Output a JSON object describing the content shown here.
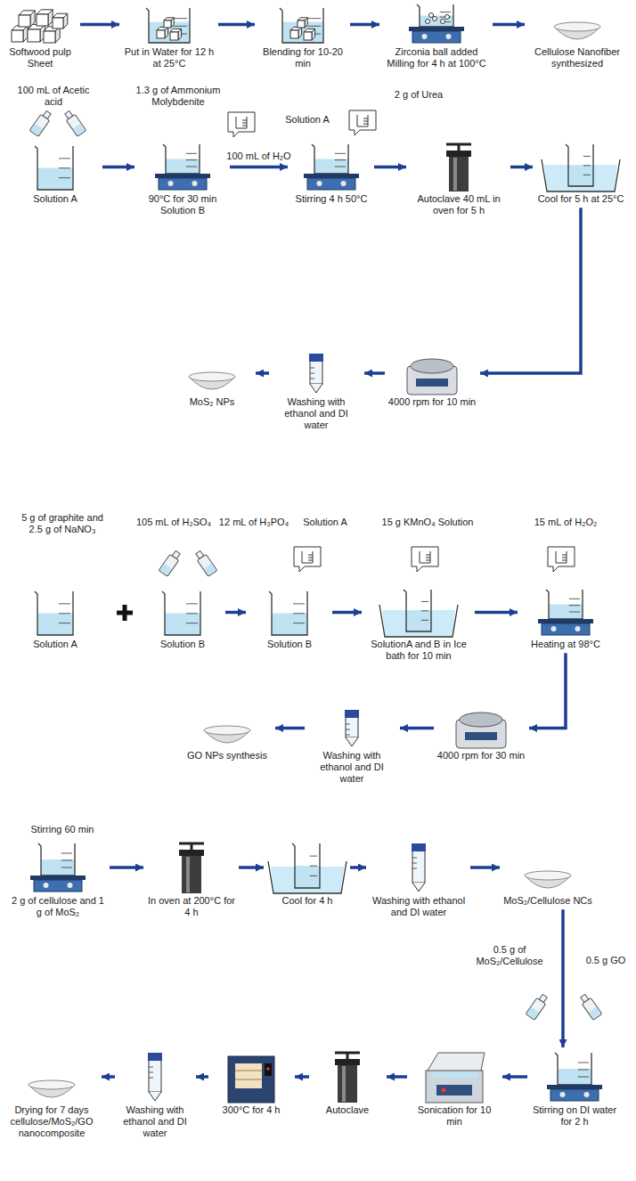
{
  "diagram": {
    "nodes": [
      {
        "text": [
          "Softwood pulp Sheet"
        ]
      },
      {
        "text": [
          "Put in Water for 12 h at 25°C"
        ]
      },
      {
        "text": [
          "Blending for 10-20 min"
        ]
      },
      {
        "text": [
          "Zirconia ball added Milling for 4 h at 100°C"
        ]
      },
      {
        "text": [
          "Cellulose Nanofiber synthesized"
        ]
      },
      {
        "text": [
          "Solution A"
        ]
      },
      {
        "text": [
          "90°C for 30 min Solution B"
        ]
      },
      {
        "text": [
          "Stirring 4 h 50°C"
        ]
      },
      {
        "text": [
          "Autoclave 40 mL in oven for 5 h"
        ]
      },
      {
        "text": [
          "Cool for 5 h at 25°C"
        ]
      },
      {
        "text": [
          "4000 rpm for 10 min"
        ]
      },
      {
        "text": [
          "Washing with ethanol and DI water"
        ]
      },
      {
        "text": [
          "MoS₂ NPs"
        ]
      },
      {
        "text": [
          "Solution A"
        ]
      },
      {
        "text": [
          "Solution B"
        ]
      },
      {
        "text": [
          "Solution B"
        ]
      },
      {
        "text": [
          "SolutionA and B in Ice bath for 10 min"
        ]
      },
      {
        "text": [
          "Heating at 98°C"
        ]
      },
      {
        "text": [
          "4000 rpm for 30 min"
        ]
      },
      {
        "text": [
          "Washing with ethanol and DI water"
        ]
      },
      {
        "text": [
          "GO NPs synthesis"
        ]
      },
      {
        "text": [
          "2 g of cellulose and 1 g of MoS₂"
        ]
      },
      {
        "text": [
          "In oven at 200°C for 4 h"
        ]
      },
      {
        "text": [
          "Cool for 4 h"
        ]
      },
      {
        "text": [
          "Washing with ethanol and DI water"
        ]
      },
      {
        "text": [
          "MoS₂/Cellulose NCs"
        ]
      },
      {
        "text": [
          "Stirring on DI water for 2 h"
        ]
      },
      {
        "text": [
          "Sonication for 10 min"
        ]
      },
      {
        "text": [
          "Autoclave"
        ]
      },
      {
        "text": [
          "300°C for 4 h"
        ]
      },
      {
        "text": [
          "Washing with ethanol and DI water"
        ]
      },
      {
        "text": [
          "Drying for 7 days cellulose/MoS₂/GO nanocomposite"
        ]
      }
    ],
    "edges": [
      {
        "from": 0,
        "to": 1,
        "arrow": "to"
      },
      {
        "from": 1,
        "to": 2,
        "arrow": "to"
      },
      {
        "from": 2,
        "to": 3,
        "arrow": "to"
      },
      {
        "from": 3,
        "to": 4,
        "arrow": "to"
      },
      {
        "from": 5,
        "to": 6,
        "arrow": "to"
      },
      {
        "from": 6,
        "to": 7,
        "label": "100 mL of H₂O",
        "arrow": "to"
      },
      {
        "from": 7,
        "to": 8,
        "arrow": "to"
      },
      {
        "from": 8,
        "to": 9,
        "arrow": "to"
      },
      {
        "from": 9,
        "to": 10,
        "arrow": "to"
      },
      {
        "from": 10,
        "to": 11,
        "arrow": "to"
      },
      {
        "from": 11,
        "to": 12,
        "arrow": "to"
      },
      {
        "from": 14,
        "to": 15,
        "arrow": "to"
      },
      {
        "from": 15,
        "to": 16,
        "arrow": "to"
      },
      {
        "from": 16,
        "to": 17,
        "arrow": "to"
      },
      {
        "from": 17,
        "to": 18,
        "arrow": "to"
      },
      {
        "from": 18,
        "to": 19,
        "arrow": "to"
      },
      {
        "from": 19,
        "to": 20,
        "arrow": "to"
      },
      {
        "from": 21,
        "to": 22,
        "arrow": "to"
      },
      {
        "from": 22,
        "to": 23,
        "arrow": "to"
      },
      {
        "from": 23,
        "to": 24,
        "arrow": "to"
      },
      {
        "from": 24,
        "to": 25,
        "arrow": "to"
      },
      {
        "from": 25,
        "to": 26,
        "arrow": "to"
      },
      {
        "from": 26,
        "to": 27,
        "arrow": "to"
      },
      {
        "from": 27,
        "to": 28,
        "arrow": "to"
      },
      {
        "from": 28,
        "to": 29,
        "arrow": "to"
      },
      {
        "from": 29,
        "to": 30,
        "arrow": "to"
      },
      {
        "from": 30,
        "to": 31,
        "arrow": "to"
      }
    ],
    "labels": [
      "100 mL of Acetic acid",
      "1.3 g of Ammonium Molybdenite",
      "Solution A",
      "2 g of Urea",
      "5 g of graphite and 2.5 g of NaNO₃",
      "105 mL of H₂SO₄",
      "12 mL of H₃PO₄",
      "Solution A",
      "15 g KMnO₄ Solution",
      "15 mL of H₂O₂",
      "Stirring 60 min",
      "0.5 g of MoS₂/Cellulose",
      "0.5 g GO"
    ]
  }
}
